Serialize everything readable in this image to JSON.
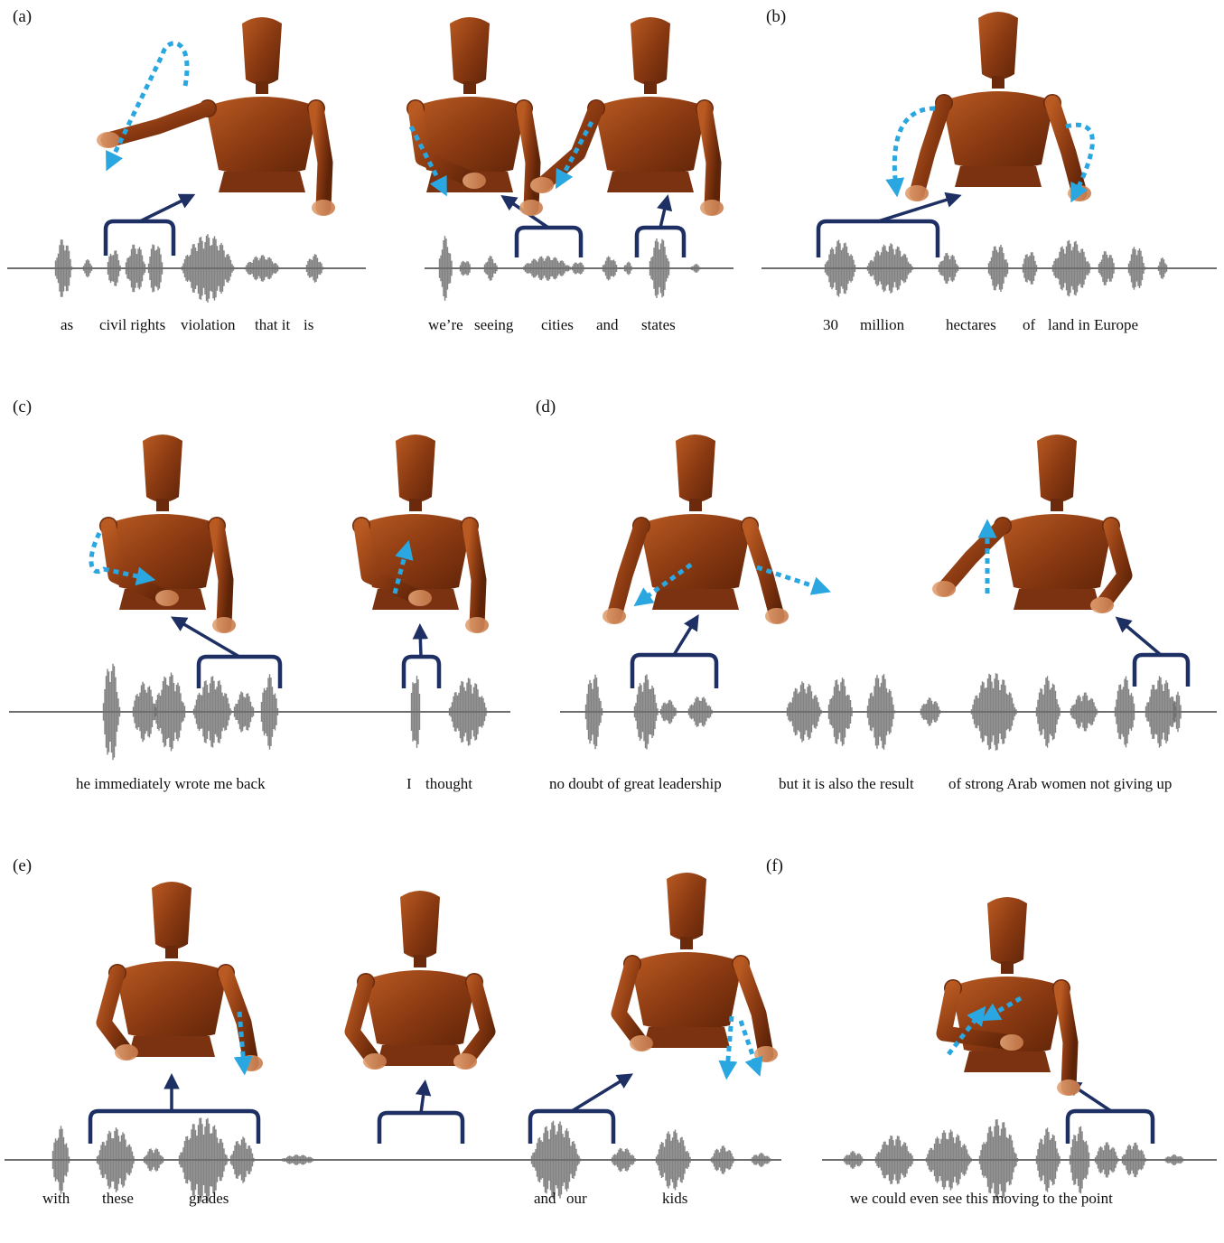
{
  "panels": [
    {
      "label": "(a)",
      "phrases": [
        "as",
        "civil rights",
        "violation",
        "that it",
        "is",
        "we’re",
        "seeing",
        "cities",
        "and",
        "states"
      ]
    },
    {
      "label": "(b)",
      "phrases": [
        "30",
        "million",
        "hectares",
        "of",
        "land in Europe"
      ]
    },
    {
      "label": "(c)",
      "phrases": [
        "he immediately wrote me back",
        "I",
        "thought"
      ]
    },
    {
      "label": "(d)",
      "phrases": [
        "no doubt of great leadership",
        "but it is also the result",
        "of strong Arab women not giving up"
      ]
    },
    {
      "label": "(e)",
      "phrases": [
        "with",
        "these",
        "grades",
        "and",
        "our",
        "kids"
      ]
    },
    {
      "label": "(f)",
      "phrases": [
        "we could even see this moving to the point"
      ]
    }
  ],
  "colors": {
    "bracket": "#1d2f63",
    "motion_arrow": "#2aa7e0",
    "waveform": "#6e6e6e",
    "mannequin_wood": "#8b3a12"
  },
  "icons": {
    "figure": "wooden-mannequin-icon",
    "motion": "dotted-motion-arrow-icon",
    "bracket": "segment-bracket-icon"
  }
}
